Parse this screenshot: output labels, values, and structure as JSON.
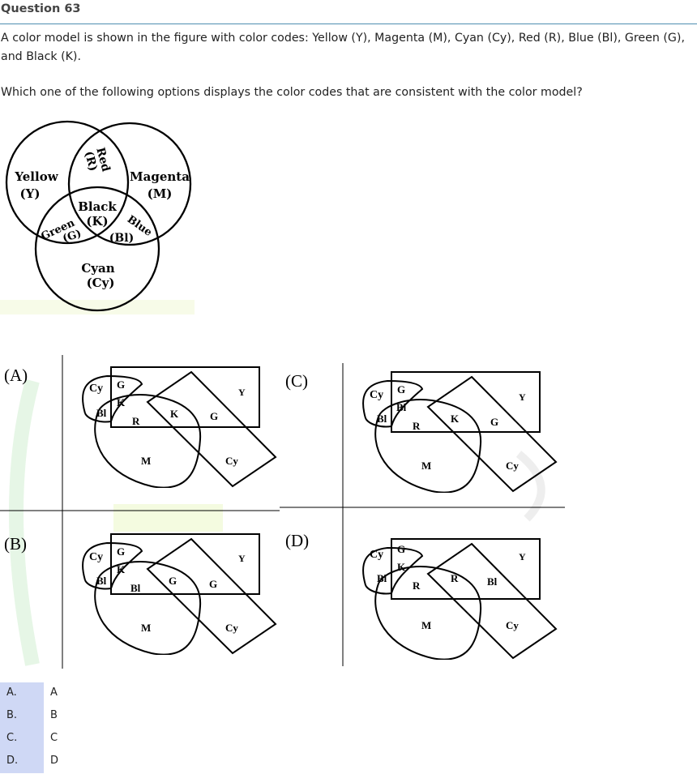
{
  "question": {
    "title": "Question 63",
    "text": "A color model is shown in the figure with color codes: Yellow (Y), Magenta (M), Cyan (Cy), Red (R), Blue (Bl), Green (G), and Black (K).",
    "prompt": "Which one of the following options displays the color codes that are consistent with the color model?"
  },
  "model": {
    "yellow": "Yellow",
    "yellow_code": "(Y)",
    "magenta": "Magenta",
    "magenta_code": "(M)",
    "cyan": "Cyan",
    "cyan_code": "(Cy)",
    "red": "Red",
    "red_code": "(R)",
    "green": "Green",
    "green_code": "(G)",
    "blue": "Blue",
    "blue_code": "(Bl)",
    "black": "Black",
    "black_code": "(K)"
  },
  "panels": {
    "A": {
      "tag": "(A)",
      "s1": "Cy",
      "s2": "G",
      "s3": "K",
      "s4": "Bl",
      "s5": "R",
      "s6": "K",
      "s7": "G",
      "s8": "Y",
      "s9": "M",
      "s10": "Cy"
    },
    "B": {
      "tag": "(B)",
      "s1": "Cy",
      "s2": "G",
      "s3": "K",
      "s4": "Bl",
      "s5": "Bl",
      "s6": "G",
      "s7": "G",
      "s8": "Y",
      "s9": "M",
      "s10": "Cy"
    },
    "C": {
      "tag": "(C)",
      "s1": "Cy",
      "s2": "G",
      "s3": "Bl",
      "s4": "Bl",
      "s5": "R",
      "s6": "K",
      "s7": "G",
      "s8": "Y",
      "s9": "M",
      "s10": "Cy"
    },
    "D": {
      "tag": "(D)",
      "s1": "Cy",
      "s2": "G",
      "s3": "K",
      "s4": "Bl",
      "s5": "R",
      "s6": "R",
      "s7": "Bl",
      "s8": "Y",
      "s9": "M",
      "s10": "Cy"
    }
  },
  "options": [
    {
      "key": "A.",
      "value": "A"
    },
    {
      "key": "B.",
      "value": "B"
    },
    {
      "key": "C.",
      "value": "C"
    },
    {
      "key": "D.",
      "value": "D"
    }
  ]
}
